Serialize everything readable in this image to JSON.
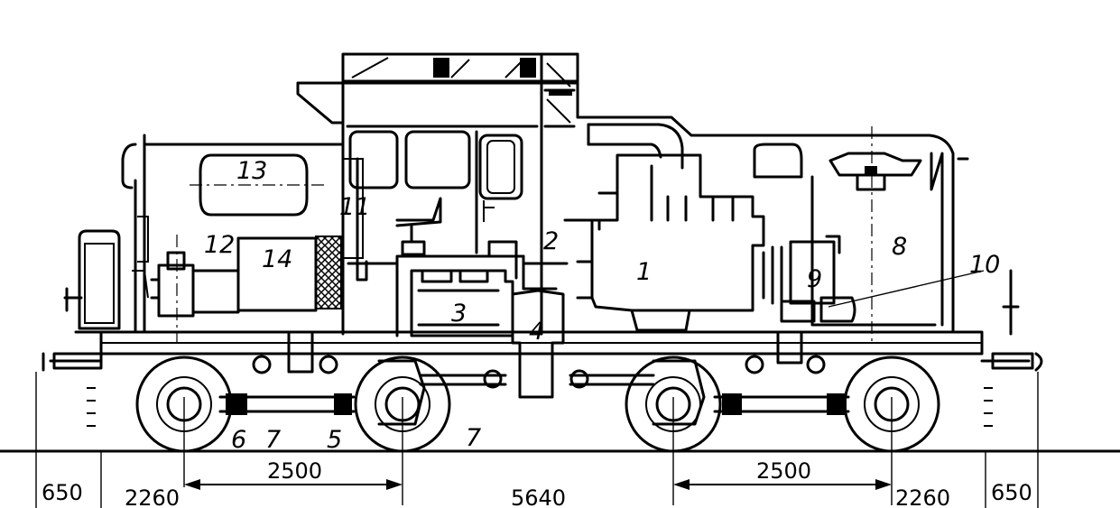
{
  "diagram": {
    "parts": [
      {
        "id": "part-1",
        "label": "1"
      },
      {
        "id": "part-2",
        "label": "2"
      },
      {
        "id": "part-3",
        "label": "3"
      },
      {
        "id": "part-4",
        "label": "4"
      },
      {
        "id": "part-5",
        "label": "5"
      },
      {
        "id": "part-6",
        "label": "6"
      },
      {
        "id": "part-7a",
        "label": "7"
      },
      {
        "id": "part-7b",
        "label": "7"
      },
      {
        "id": "part-8",
        "label": "8"
      },
      {
        "id": "part-9",
        "label": "9"
      },
      {
        "id": "part-10",
        "label": "10"
      },
      {
        "id": "part-11",
        "label": "11"
      },
      {
        "id": "part-12",
        "label": "12"
      },
      {
        "id": "part-13",
        "label": "13"
      },
      {
        "id": "part-14",
        "label": "14"
      }
    ],
    "dimensions": {
      "bogie_wheelbase_left": "2500",
      "bogie_wheelbase_right": "2500",
      "bogie_centers": "5640",
      "end_to_axle_left": "2260",
      "end_to_axle_right": "2260",
      "overhang_left": "650",
      "overhang_right": "650"
    }
  }
}
